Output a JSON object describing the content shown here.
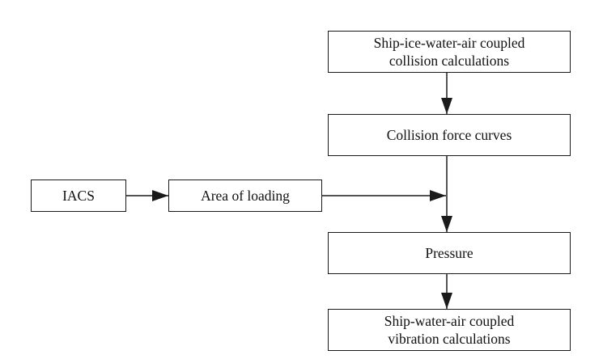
{
  "diagram": {
    "nodes": {
      "coupled_collision": "Ship-ice-water-air coupled\ncollision calculations",
      "collision_force": "Collision force curves",
      "iacs": "IACS",
      "area_of_loading": "Area of loading",
      "pressure": "Pressure",
      "vibration": "Ship-water-air coupled\nvibration calculations"
    },
    "edges": [
      {
        "from": "coupled_collision",
        "to": "collision_force"
      },
      {
        "from": "iacs",
        "to": "area_of_loading"
      },
      {
        "from": "area_of_loading",
        "to": "collision_force_line"
      },
      {
        "from": "collision_force",
        "to": "pressure"
      },
      {
        "from": "pressure",
        "to": "vibration"
      }
    ],
    "colors": {
      "line": "#1a1a1a",
      "text": "#111111",
      "background": "#ffffff"
    }
  }
}
